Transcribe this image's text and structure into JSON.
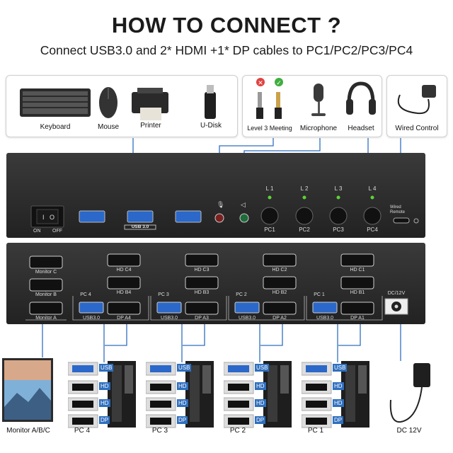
{
  "header": {
    "title": "HOW TO CONNECT ?",
    "subtitle": "Connect USB3.0 and 2* HDMI +1* DP cables to PC1/PC2/PC3/PC4"
  },
  "peripherals": {
    "usb": [
      "Keyboard",
      "Mouse",
      "Printer",
      "U-Disk"
    ],
    "audio": [
      "Level 3 Meeting",
      "Microphone",
      "Headset"
    ],
    "control": "Wired Control"
  },
  "front_panel": {
    "power_on": "ON",
    "power_off": "OFF",
    "usb_label": "USB 3.0",
    "channels": [
      "L 1",
      "L 2",
      "L 3",
      "L 4"
    ],
    "pc_buttons": [
      "PC1",
      "PC2",
      "PC3",
      "PC4"
    ],
    "wired_remote": "Wired\nRemote"
  },
  "back_panel": {
    "monitor_ports": [
      "Monitor C",
      "Monitor B",
      "Monitor A"
    ],
    "groups": [
      {
        "hd_top": "HD C4",
        "hd_mid": "HD B4",
        "pc": "PC 4",
        "usb": "USB3.0",
        "dp": "DP A4"
      },
      {
        "hd_top": "HD C3",
        "hd_mid": "HD B3",
        "pc": "PC 3",
        "usb": "USB3.0",
        "dp": "DP A3"
      },
      {
        "hd_top": "HD C2",
        "hd_mid": "HD B2",
        "pc": "PC 2",
        "usb": "USB3.0",
        "dp": "DP A2"
      },
      {
        "hd_top": "HD C1",
        "hd_mid": "HD B1",
        "pc": "PC 1",
        "usb": "USB3.0",
        "dp": "DP A1"
      }
    ],
    "dc_label": "DC/12V"
  },
  "bottom": {
    "monitor_label": "Monitor A/B/C",
    "pc_labels": [
      "PC 4",
      "PC 3",
      "PC 2",
      "PC 1"
    ],
    "dc_label": "DC 12V",
    "tags": {
      "usb": "USB",
      "hd": "HD",
      "dp": "DP"
    }
  },
  "colors": {
    "cable": "#2f6fbf",
    "led": "#5ad436",
    "device": "#2a2a2a"
  }
}
